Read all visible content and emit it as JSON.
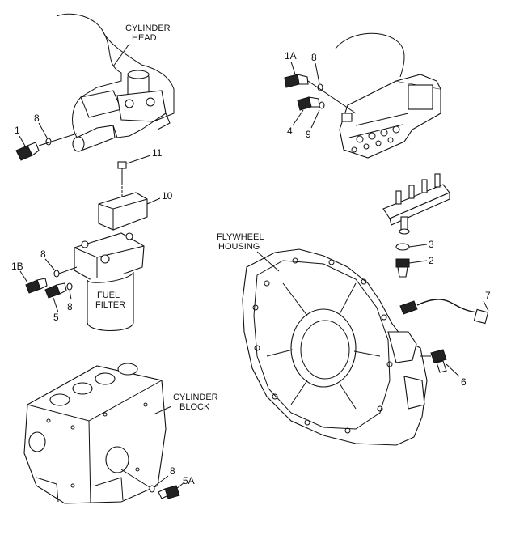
{
  "labels": {
    "cylinder_head": [
      "CYLINDER",
      "HEAD"
    ],
    "fuel_filter": [
      "FUEL",
      "FILTER"
    ],
    "flywheel_housing": [
      "FLYWHEEL",
      "HOUSING"
    ],
    "cylinder_block": [
      "CYLINDER",
      "BLOCK"
    ]
  },
  "callouts": {
    "c1": "1",
    "c1a": "1A",
    "c1b": "1B",
    "c2": "2",
    "c3": "3",
    "c4": "4",
    "c5": "5",
    "c5a": "5A",
    "c6": "6",
    "c7": "7",
    "c8_head": "8",
    "c8_rail": "8",
    "c8_filter_top": "8",
    "c8_filter_bottom": "8",
    "c8_block": "8",
    "c9": "9",
    "c10": "10",
    "c11": "11"
  }
}
